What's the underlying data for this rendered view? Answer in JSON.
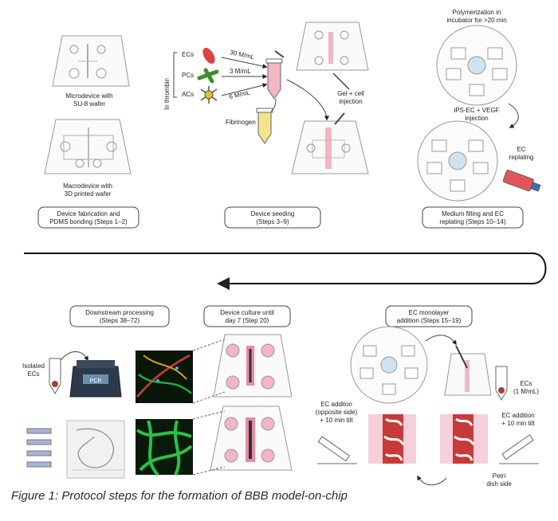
{
  "step1": {
    "micro_label_1": "Microdevice with",
    "micro_label_2": "SU-8 wafer",
    "macro_label_1": "Macrodevice with",
    "macro_label_2": "3D printed wafer",
    "box_1": "Device fabrication and",
    "box_2": "PDMS bonding (Steps 1–2)"
  },
  "step2": {
    "bracket": "In thrombin",
    "cells": [
      {
        "name": "ECs",
        "conc": "30 M/mL",
        "color": "#d9443f"
      },
      {
        "name": "PCs",
        "conc": "3 M/mL",
        "color": "#3f8d2d"
      },
      {
        "name": "ACs",
        "conc": "6 M/mL",
        "color": "#e2c421"
      }
    ],
    "fibrinogen": "Fibrinogen",
    "injection_1": "Gel + cell",
    "injection_2": "injection",
    "box_1": "Device seeding",
    "box_2": "(Steps 3–9)"
  },
  "step3": {
    "poly_1": "Polymerization in",
    "poly_2": "incubator for >20 min",
    "ips_1": "iPS-EC + VEGF",
    "ips_2": "injection",
    "replating_1": "EC",
    "replating_2": "replating",
    "box_1": "Medium filling and EC",
    "box_2": "replating (Steps 10–14)"
  },
  "step4": {
    "box_1": "Downstream processing",
    "box_2": "(Steps 38–72)",
    "isolated_1": "Isolated",
    "isolated_2": "ECs",
    "pcr": "PCR"
  },
  "step5": {
    "box_1": "Device culture until",
    "box_2": "day 7 (Step 20)"
  },
  "step6": {
    "box_1": "EC monolayer",
    "box_2": "addition (Steps 15–19)",
    "ecs_1": "ECs",
    "ecs_2": "(1 M/mL)",
    "left_1": "EC additon",
    "left_2": "(opposite side)",
    "left_3": "+ 10 min tilt",
    "right_1": "EC addition",
    "right_2": "+ 10 min tilt",
    "petri_1": "Petri",
    "petri_2": "dish side"
  },
  "caption": "Figure 1: Protocol steps for the formation of BBB model-on-chip",
  "colors": {
    "pink": "#f2b6c4",
    "pink_dark": "#e88aa2",
    "red": "#d9443f",
    "green_img": "#1f8f3a",
    "petri_blue": "#cfe3ee"
  }
}
